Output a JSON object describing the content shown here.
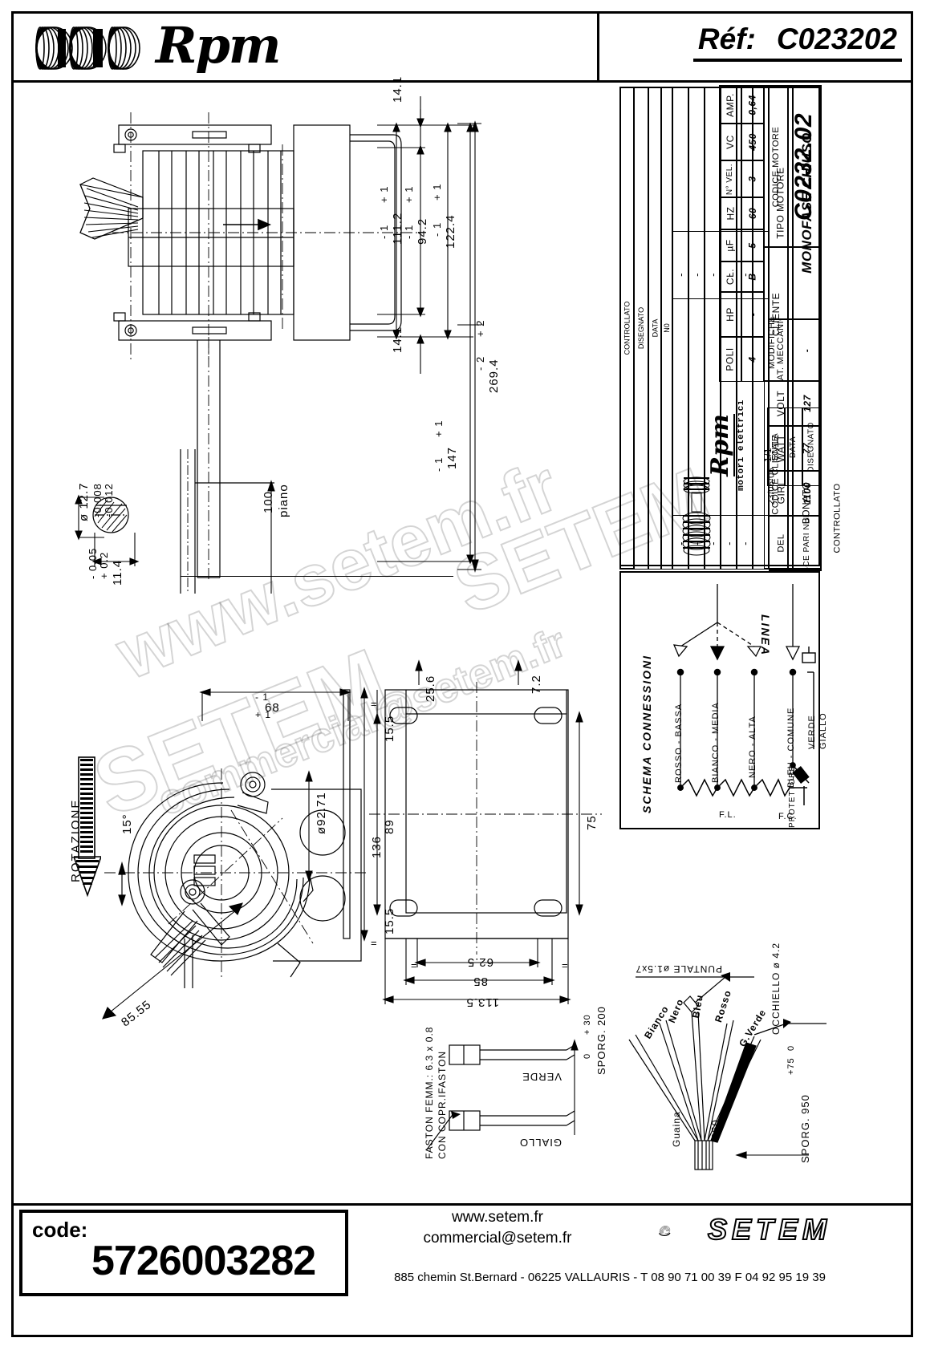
{
  "header": {
    "brand": "Rpm",
    "ref_label": "Réf:",
    "ref_value": "C023202"
  },
  "title_block": {
    "modifiche": "MODIFICHE",
    "disegnato": "DISEGNATO",
    "controllato": "CONTROLLATO",
    "data": "DATA",
    "no": "N0",
    "dashes": "-",
    "tipo_motore_label": "TIPO MOTORE",
    "tipo_motore_value": "MONOFASE CHIUSO",
    "carat_meccaniche_label": "CARAT. MECCANICHE",
    "carat_meccaniche_value": "-",
    "volt_label": "VOLT",
    "volt_value": "127",
    "hz_label": "HZ",
    "hz_value": "60",
    "amp_label": "AMP.",
    "amp_value": "0,64",
    "watt_label": "WATT",
    "watt_value": "77",
    "hp_label": "HP",
    "hp_value": "-",
    "uf_label": "µF",
    "uf_value": "5",
    "vc_label": "VC",
    "vc_value": "450",
    "giri_label": "GIRI",
    "giri_value": "1100",
    "poli_label": "POLI",
    "poli_value": "4",
    "cl_label": "CL.",
    "cl_value": "B",
    "nvel_label": "N° VEL.",
    "nvel_value": "3",
    "cliente_label": "CLIENTE",
    "codice_motore_label": "CODICE MOTORE",
    "codice_motore_value": "C0232.02",
    "codice_cliente_label": "CODICE CLIENTE",
    "logo_name": "Rpm",
    "logo_sub": "motori elettrici",
    "del_label": "DEL",
    "del_value": "-",
    "sostituisce_label": "SOSTITUISCE PARI NUMERO DEL",
    "scala_label": "SCALA",
    "scala_value": "1/1",
    "data_label": "DATA",
    "data_value": "23/06/06",
    "disegnato_label": "DISEGNATO",
    "disegnato_value": "BONATO",
    "controllato_label": "CONTROLLATO"
  },
  "schema": {
    "title": "SCHEMA CONNESSIONI",
    "linea": "LINEA",
    "wires": [
      "ROSSO  -  BASSA",
      "BIANCO  -  MEDIA",
      "NERO  -  ALTA",
      "BLEU  -  COMUNE"
    ],
    "verde": "VERDE",
    "giallo": "GIALLO",
    "fl": "F.L.",
    "fc": "F.C.",
    "protettore": "PROTETTORE"
  },
  "dimensions": {
    "d_14_1_top": "14.1",
    "d_14_1_bot": "14.1",
    "d_111_2": "111.2",
    "d_94_2": "94.2",
    "d_122_4": "122.4",
    "d_147": "147",
    "d_269_4": "269.4",
    "tol_plus_1": "+ 1",
    "tol_minus_1": "- 1",
    "tol_plus_2": "+ 2",
    "tol_minus_2": "- 2",
    "shaft_dia": "ø 12.7",
    "shaft_tol_up": "-0.008",
    "shaft_tol_dn": "-0.012",
    "flat_114": "11.4",
    "flat_tol_up": "+ 0.2",
    "flat_tol_dn": "- 0.05",
    "d_100": "100",
    "piano": "piano",
    "rotazione": "ROTAZIONE",
    "angle_15": "15°",
    "d_68": "68",
    "d_92_71": "ø92.71",
    "d_25_6": "25.6",
    "d_7_2": "7.2",
    "d_15_5_top": "15.5",
    "d_15_5_bot": "15.5",
    "d_136": "136",
    "d_89": "89",
    "d_75": "75",
    "d_62_5": "62.5",
    "d_85": "85",
    "d_113_5": "113.5",
    "d_85_55": "85.55",
    "eq": "="
  },
  "details": {
    "faston_line1": "FASTON FEMM.: 6.3 x 0.8",
    "faston_line2": "CON COPR.IFASTON",
    "verde_tag": "VERDE",
    "giallo_tag": "GIALLO",
    "sporg_200": "SPORG. 200",
    "sporg_200_tol_up": "+ 30",
    "sporg_200_tol_dn": "0",
    "puntale": "PUNTALE  ø1.5x7",
    "occhiello": "OCCHIELLO  ø 4.2",
    "guaina": "Guaina",
    "d_850": "850",
    "sporg_950": "SPORG. 950",
    "sporg_950_tol_up": "+75",
    "sporg_950_tol_dn": "0",
    "wire_names": [
      "Bianco",
      "Nero",
      "Bleu",
      "Rosso",
      "G.Verde"
    ]
  },
  "watermarks": {
    "wm1": "www.setem.fr",
    "wm2": "SETEM",
    "wm3": "commercial@setem.fr"
  },
  "footer": {
    "code_label": "code:",
    "code_value": "5726003282",
    "web": "www.setem.fr",
    "email": "commercial@setem.fr",
    "address": "885 chemin St.Bernard  -  06225 VALLAURIS  -  T 08 90 71 00 39   F 04 92 95 19 39",
    "brand": "SETEM"
  }
}
